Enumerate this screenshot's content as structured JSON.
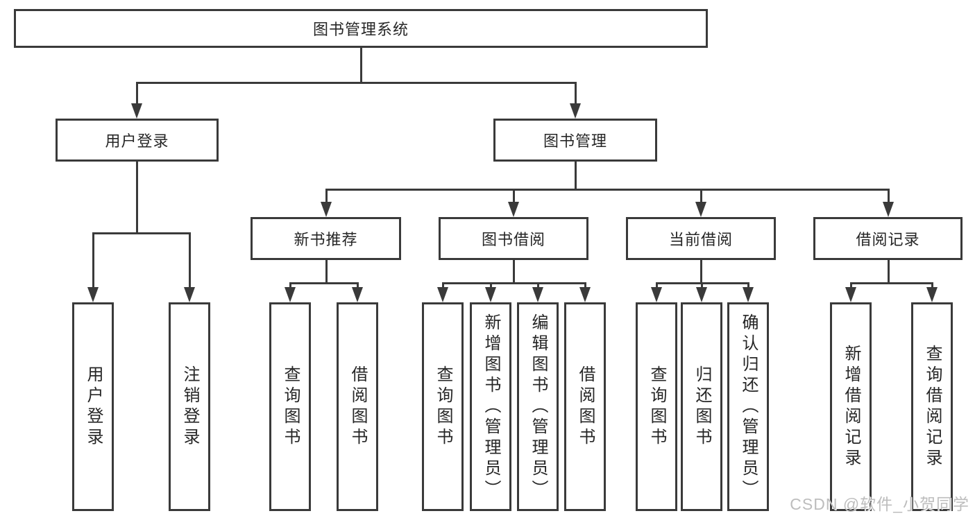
{
  "tree": {
    "root": "图书管理系统",
    "branches": [
      {
        "label": "用户登录",
        "children": [
          "用户登录",
          "注销登录"
        ]
      },
      {
        "label": "图书管理",
        "children": [
          {
            "label": "新书推荐",
            "children": [
              "查询图书",
              "借阅图书"
            ]
          },
          {
            "label": "图书借阅",
            "children": [
              "查询图书",
              "新增图书（管理员）",
              "编辑图书（管理员）",
              "借阅图书"
            ]
          },
          {
            "label": "当前借阅",
            "children": [
              "查询图书",
              "归还图书",
              "确认归还（管理员）"
            ]
          },
          {
            "label": "借阅记录",
            "children": [
              "新增借阅记录",
              "查询借阅记录"
            ]
          }
        ]
      }
    ]
  },
  "watermark": {
    "text": "CSDN @软件_小贺同学"
  },
  "colors": {
    "line": "#3a3a3a",
    "text": "#262626",
    "background": "#ffffff",
    "watermark": "#bdbdbd"
  }
}
